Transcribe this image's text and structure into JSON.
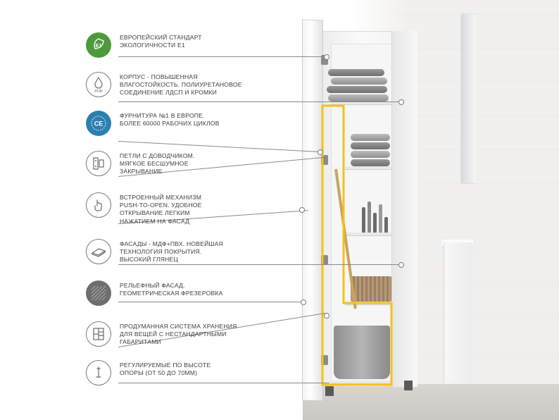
{
  "features": [
    {
      "icon": "eco-e1-leaf-icon",
      "badge": "E1",
      "text": "ЕВРОПЕЙСКИЙ СТАНДАРТ\nЭКОЛОГИЧНОСТИ E1"
    },
    {
      "icon": "pur-drop-icon",
      "badge": "PUR",
      "text": "КОРПУС - ПОВЫШЕННАЯ\nВЛАГОСТОЙКОСТЬ. ПОЛИУРЕТАНОВОЕ\nСОЕДИНЕНИЕ ЛДСП И КРОМКИ"
    },
    {
      "icon": "ce-mark-icon",
      "badge": "CE",
      "text": "ФУРНИТУРА №1 В ЕВРОПЕ.\nБОЛЕЕ 60000 РАБОЧИХ ЦИКЛОВ"
    },
    {
      "icon": "hinge-icon",
      "badge": "",
      "text": "ПЕТЛИ С ДОВОДЧИКОМ.\nМЯГКОЕ БЕСШУМНОЕ\nЗАКРЫВАНИЕ"
    },
    {
      "icon": "hand-push-icon",
      "badge": "",
      "text": "ВСТРОЕННЫЙ  МЕХАНИЗМ\nPUSH-TO-OPEN. УДОБНОЕ\nОТКРЫВАНИЕ ЛЕГКИМ\nНАЖАТИЕМ НА ФАСАД"
    },
    {
      "icon": "glossy-panel-icon",
      "badge": "",
      "text": "ФАСАДЫ -  МДФ+ПВХ. НОВЕЙШАЯ\nТЕХНОЛОГИЯ ПОКРЫТИЯ.\nВЫСОКИЙ ГЛЯНЕЦ"
    },
    {
      "icon": "textured-facade-icon",
      "badge": "",
      "text": "РЕЛЬЕФНЫЙ ФАСАД.\nГЕОМЕТРИЧЕСКАЯ ФРЕЗЕРОВКА"
    },
    {
      "icon": "storage-shelves-icon",
      "badge": "",
      "text": "ПРОДУМАННАЯ СИСТЕМА ХРАНЕНИЯ\nДЛЯ ВЕЩЕЙ С НЕСТАНДАРТНЫМИ\nГАБАРИТАМИ"
    },
    {
      "icon": "adjustable-leg-icon",
      "badge": "",
      "text": "РЕГУЛИРУЕМЫЕ ПО ВЫСОТЕ\nОПОРЫ (от 50 до 70мм)"
    }
  ],
  "colors": {
    "eco_green": "#4c9a3c",
    "ce_blue": "#2d7fb0",
    "highlight_yellow": "#f3c21a",
    "text_gray": "#3d3d3d"
  }
}
